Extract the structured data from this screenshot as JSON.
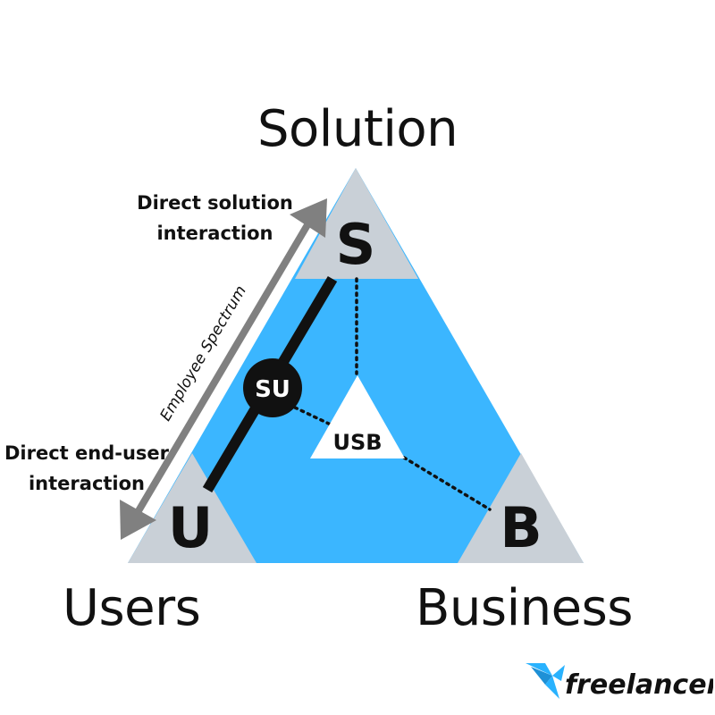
{
  "vertices": {
    "solution": {
      "title": "Solution",
      "letter": "S"
    },
    "users": {
      "title": "Users",
      "letter": "U"
    },
    "business": {
      "title": "Business",
      "letter": "B"
    }
  },
  "center": {
    "label": "USB"
  },
  "node": {
    "label": "SU"
  },
  "spectrum": {
    "label": "Employee Spectrum"
  },
  "notes": {
    "top_line1": "Direct solution",
    "top_line2": "interaction",
    "bottom_line1": "Direct end-user",
    "bottom_line2": "interaction"
  },
  "brand": {
    "name": "freelancer",
    "color": "#29B2FE"
  },
  "colors": {
    "triangle_fill": "#3BB6FF",
    "corner_fill": "#C9D0D7",
    "arrow_gray": "#808080",
    "ink": "#111111"
  }
}
